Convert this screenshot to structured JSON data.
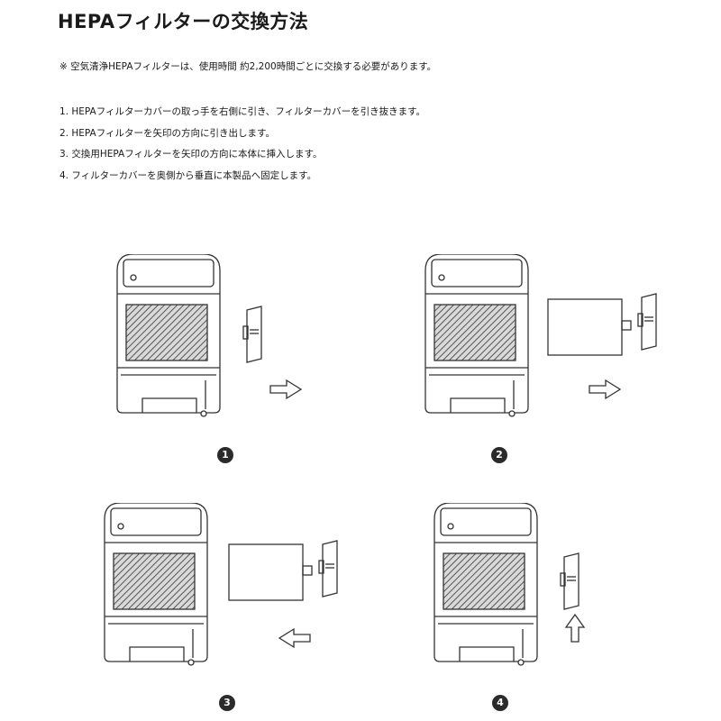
{
  "title": "HEPAフィルターの交換方法",
  "note": "※ 空気清浄HEPAフィルターは、使用時間 約2,200時間ごとに交換する必要があります。",
  "steps": [
    "1. HEPAフィルターカバーの取っ手を右側に引き、フィルターカバーを引き抜きます。",
    "2. HEPAフィルターを矢印の方向に引き出します。",
    "3. 交換用HEPAフィルターを矢印の方向に本体に挿入します。",
    "4. フィルターカバーを奥側から垂直に本製品へ固定します。"
  ],
  "markers": [
    "1",
    "2",
    "3",
    "4"
  ]
}
